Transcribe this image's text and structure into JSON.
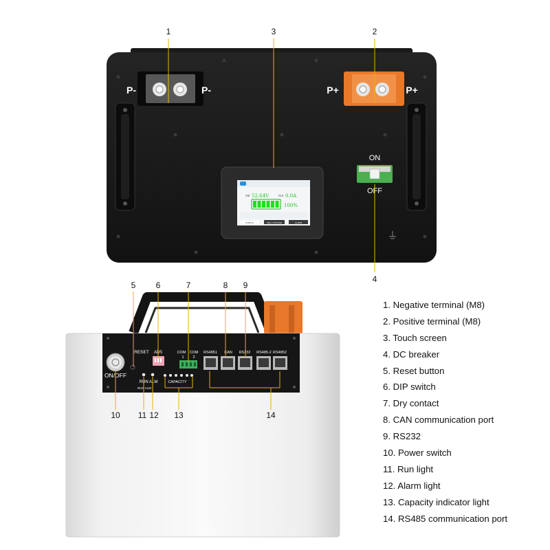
{
  "top_view": {
    "neg_terminal_labels": [
      "P-",
      "P-"
    ],
    "pos_terminal_labels": [
      "P+",
      "P+"
    ],
    "breaker_on": "ON",
    "breaker_off": "OFF",
    "screen": {
      "vol_label": "Vol",
      "vol_value": "52.64V",
      "cur_label": "Cur",
      "cur_value": "0.0A",
      "soc": "100%",
      "tabs": [
        "STATUS",
        "CELL VOLTAGE",
        "ALARM"
      ]
    }
  },
  "front_view": {
    "reset": "RESET",
    "adds": "ADS",
    "com1": "COM\n1",
    "com2": "COM\n2",
    "rs4851": "RS4851",
    "can": "CAN",
    "rs232": "RS232",
    "rs4852a": "RS485-2",
    "rs4852b": "RS4852",
    "on_off": "ON/OFF",
    "run_alm": "RUN ALM",
    "run_alm_small": "RUN ALM",
    "capacity": "CAPACITY"
  },
  "callouts": [
    "1",
    "2",
    "3",
    "4",
    "5",
    "6",
    "7",
    "8",
    "9",
    "10",
    "11",
    "12",
    "13",
    "14"
  ],
  "legend": [
    "1. Negative terminal (M8)",
    "2. Positive terminal (M8)",
    "3. Touch screen",
    "4. DC breaker",
    "5. Reset button",
    "6. DIP switch",
    "7. Dry contact",
    "8. CAN communication port",
    "9. RS232",
    "10. Power switch",
    "11. Run light",
    "12. Alarm light",
    "13. Capacity indicator light",
    "14. RS485 communication port"
  ],
  "colors": {
    "callout_line": "#e8b400",
    "panel": "#1b1b1b",
    "pos_terminal": "#e8782a",
    "breaker": "#4caf50",
    "screen_green": "#22dd22"
  }
}
